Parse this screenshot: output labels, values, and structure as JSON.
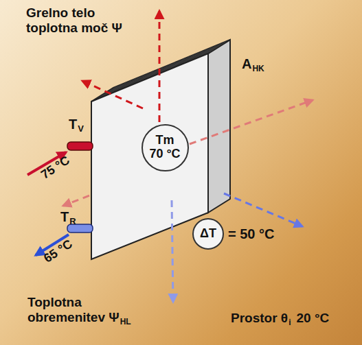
{
  "diagram": {
    "nodes": [
      {
        "text": [
          "Tm",
          "70 °C"
        ]
      },
      {
        "text": [
          "ΔT"
        ]
      }
    ],
    "labels": [
      "Grelno telo toplotna moč Ψ",
      "A",
      "HK",
      "T",
      "V",
      "75 °C",
      "T",
      "R",
      "65 °C",
      "= 50 °C",
      "Toplotna obremenitev Ψ",
      "HL",
      "Prostor θ",
      "i",
      "20 °C"
    ]
  }
}
